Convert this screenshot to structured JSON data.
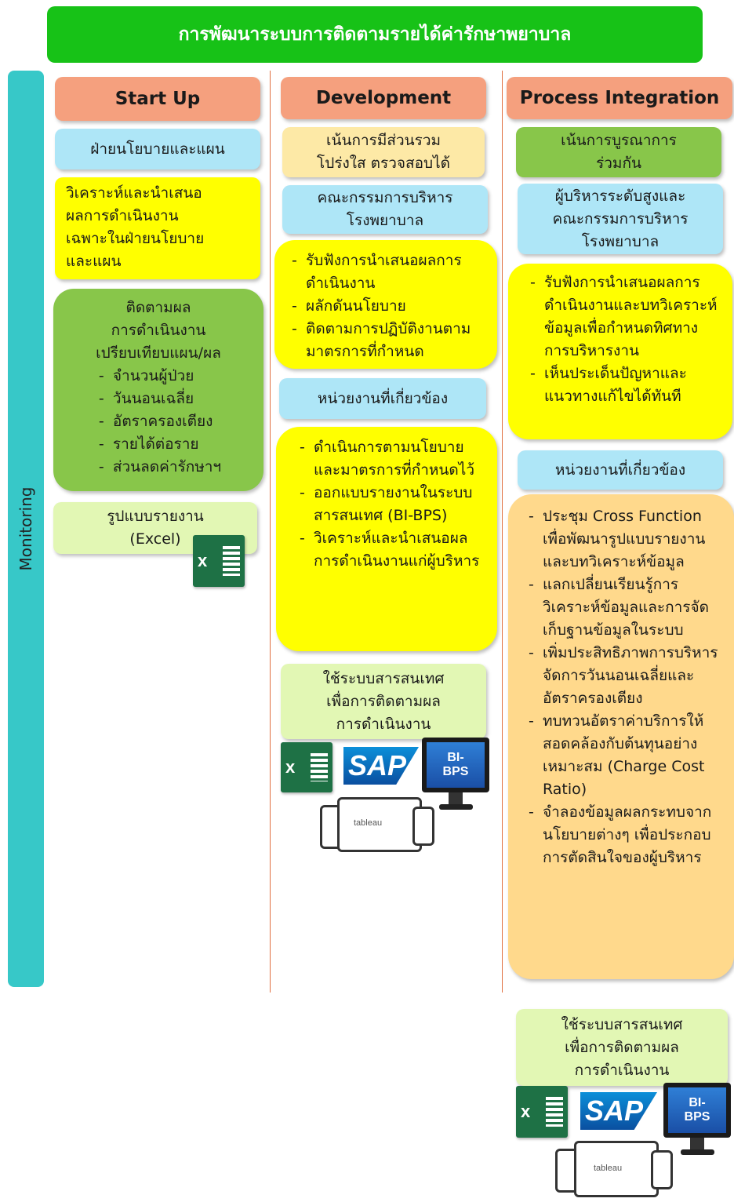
{
  "title": "การพัฒนาระบบการติดตามรายได้ค่ารักษาพยาบาล",
  "side_label": "Monitoring",
  "colors": {
    "title_bg": "#17c217",
    "header": "#f5a07e",
    "blue": "#aee6f7",
    "yellow": "#ffff00",
    "green": "#88c64a",
    "peach": "#ffd98c",
    "sidebar": "#37c8c8"
  },
  "startup": {
    "header": "Start Up",
    "unit": "ฝ่ายนโยบายและแผน",
    "analysis": [
      "วิเคราะห์และนำเสนอ",
      "ผลการดำเนินงาน",
      "เฉพาะในฝ่ายนโยบาย",
      "และแผน"
    ],
    "monitor_lines": [
      "ติดตามผล",
      "การดำเนินงาน",
      "เปรียบเทียบแผน/ผล"
    ],
    "monitor_items": [
      "จำนวนผู้ป่วย",
      "วันนอนเฉลี่ย",
      "อัตราครองเตียง",
      "รายได้ต่อราย",
      "ส่วนลดค่ารักษาฯ"
    ],
    "report": [
      "รูปแบบรายงาน",
      "(Excel)"
    ]
  },
  "development": {
    "header": "Development",
    "focus": [
      "เน้นการมีส่วนรวม",
      "โปร่งใส ตรวจสอบได้"
    ],
    "committee": [
      "คณะกรรมการบริหาร",
      "โรงพยาบาล"
    ],
    "committee_items": [
      "รับฟังการนำเสนอผลการดำเนินงาน",
      "ผลักดันนโยบาย",
      "ติดตามการปฏิบัติงานตามมาตรการที่กำหนด"
    ],
    "units": "หน่วยงานที่เกี่ยวข้อง",
    "unit_items": [
      "ดำเนินการตามนโยบายและมาตรการที่กำหนดไว้",
      "ออกแบบรายงานในระบบสารสนเทศ (BI-BPS)",
      "วิเคราะห์และนำเสนอผลการดำเนินงานแก่ผู้บริหาร"
    ],
    "it": [
      "ใช้ระบบสารสนเทศ",
      "เพื่อการติดตามผล",
      "การดำเนินงาน"
    ]
  },
  "integration": {
    "header": "Process Integration",
    "focus": [
      "เน้นการบูรณาการ",
      "ร่วมกัน"
    ],
    "executives": [
      "ผู้บริหารระดับสูงและ",
      "คณะกรรมการบริหาร",
      "โรงพยาบาล"
    ],
    "exec_items": [
      "รับฟังการนำเสนอผลการดำเนินงานและบทวิเคราะห์ข้อมูลเพื่อกำหนดทิศทางการบริหารงาน",
      "เห็นประเด็นปัญหาและแนวทางแก้ไขได้ทันที"
    ],
    "units": "หน่วยงานที่เกี่ยวข้อง",
    "unit_items": [
      "ประชุม Cross Function เพื่อพัฒนารูปแบบรายงานและบทวิเคราะห์ข้อมูล",
      "แลกเปลี่ยนเรียนรู้การวิเคราะห์ข้อมูลและการจัดเก็บฐานข้อมูลในระบบ",
      "เพิ่มประสิทธิภาพการบริหารจัดการวันนอนเฉลี่ยและอัตราครองเตียง",
      "ทบทวนอัตราค่าบริการให้สอดคล้องกับต้นทุนอย่างเหมาะสม (Charge Cost Ratio)",
      "จำลองข้อมูลผลกระทบจากนโยบายต่างๆ เพื่อประกอบการตัดสินใจของผู้บริหาร"
    ],
    "it": [
      "ใช้ระบบสารสนเทศ",
      "เพื่อการติดตามผล",
      "การดำเนินงาน"
    ]
  },
  "logos": {
    "excel": "x",
    "sap": "SAP",
    "bibps": [
      "BI-",
      "BPS"
    ],
    "tableau": "tableau"
  }
}
